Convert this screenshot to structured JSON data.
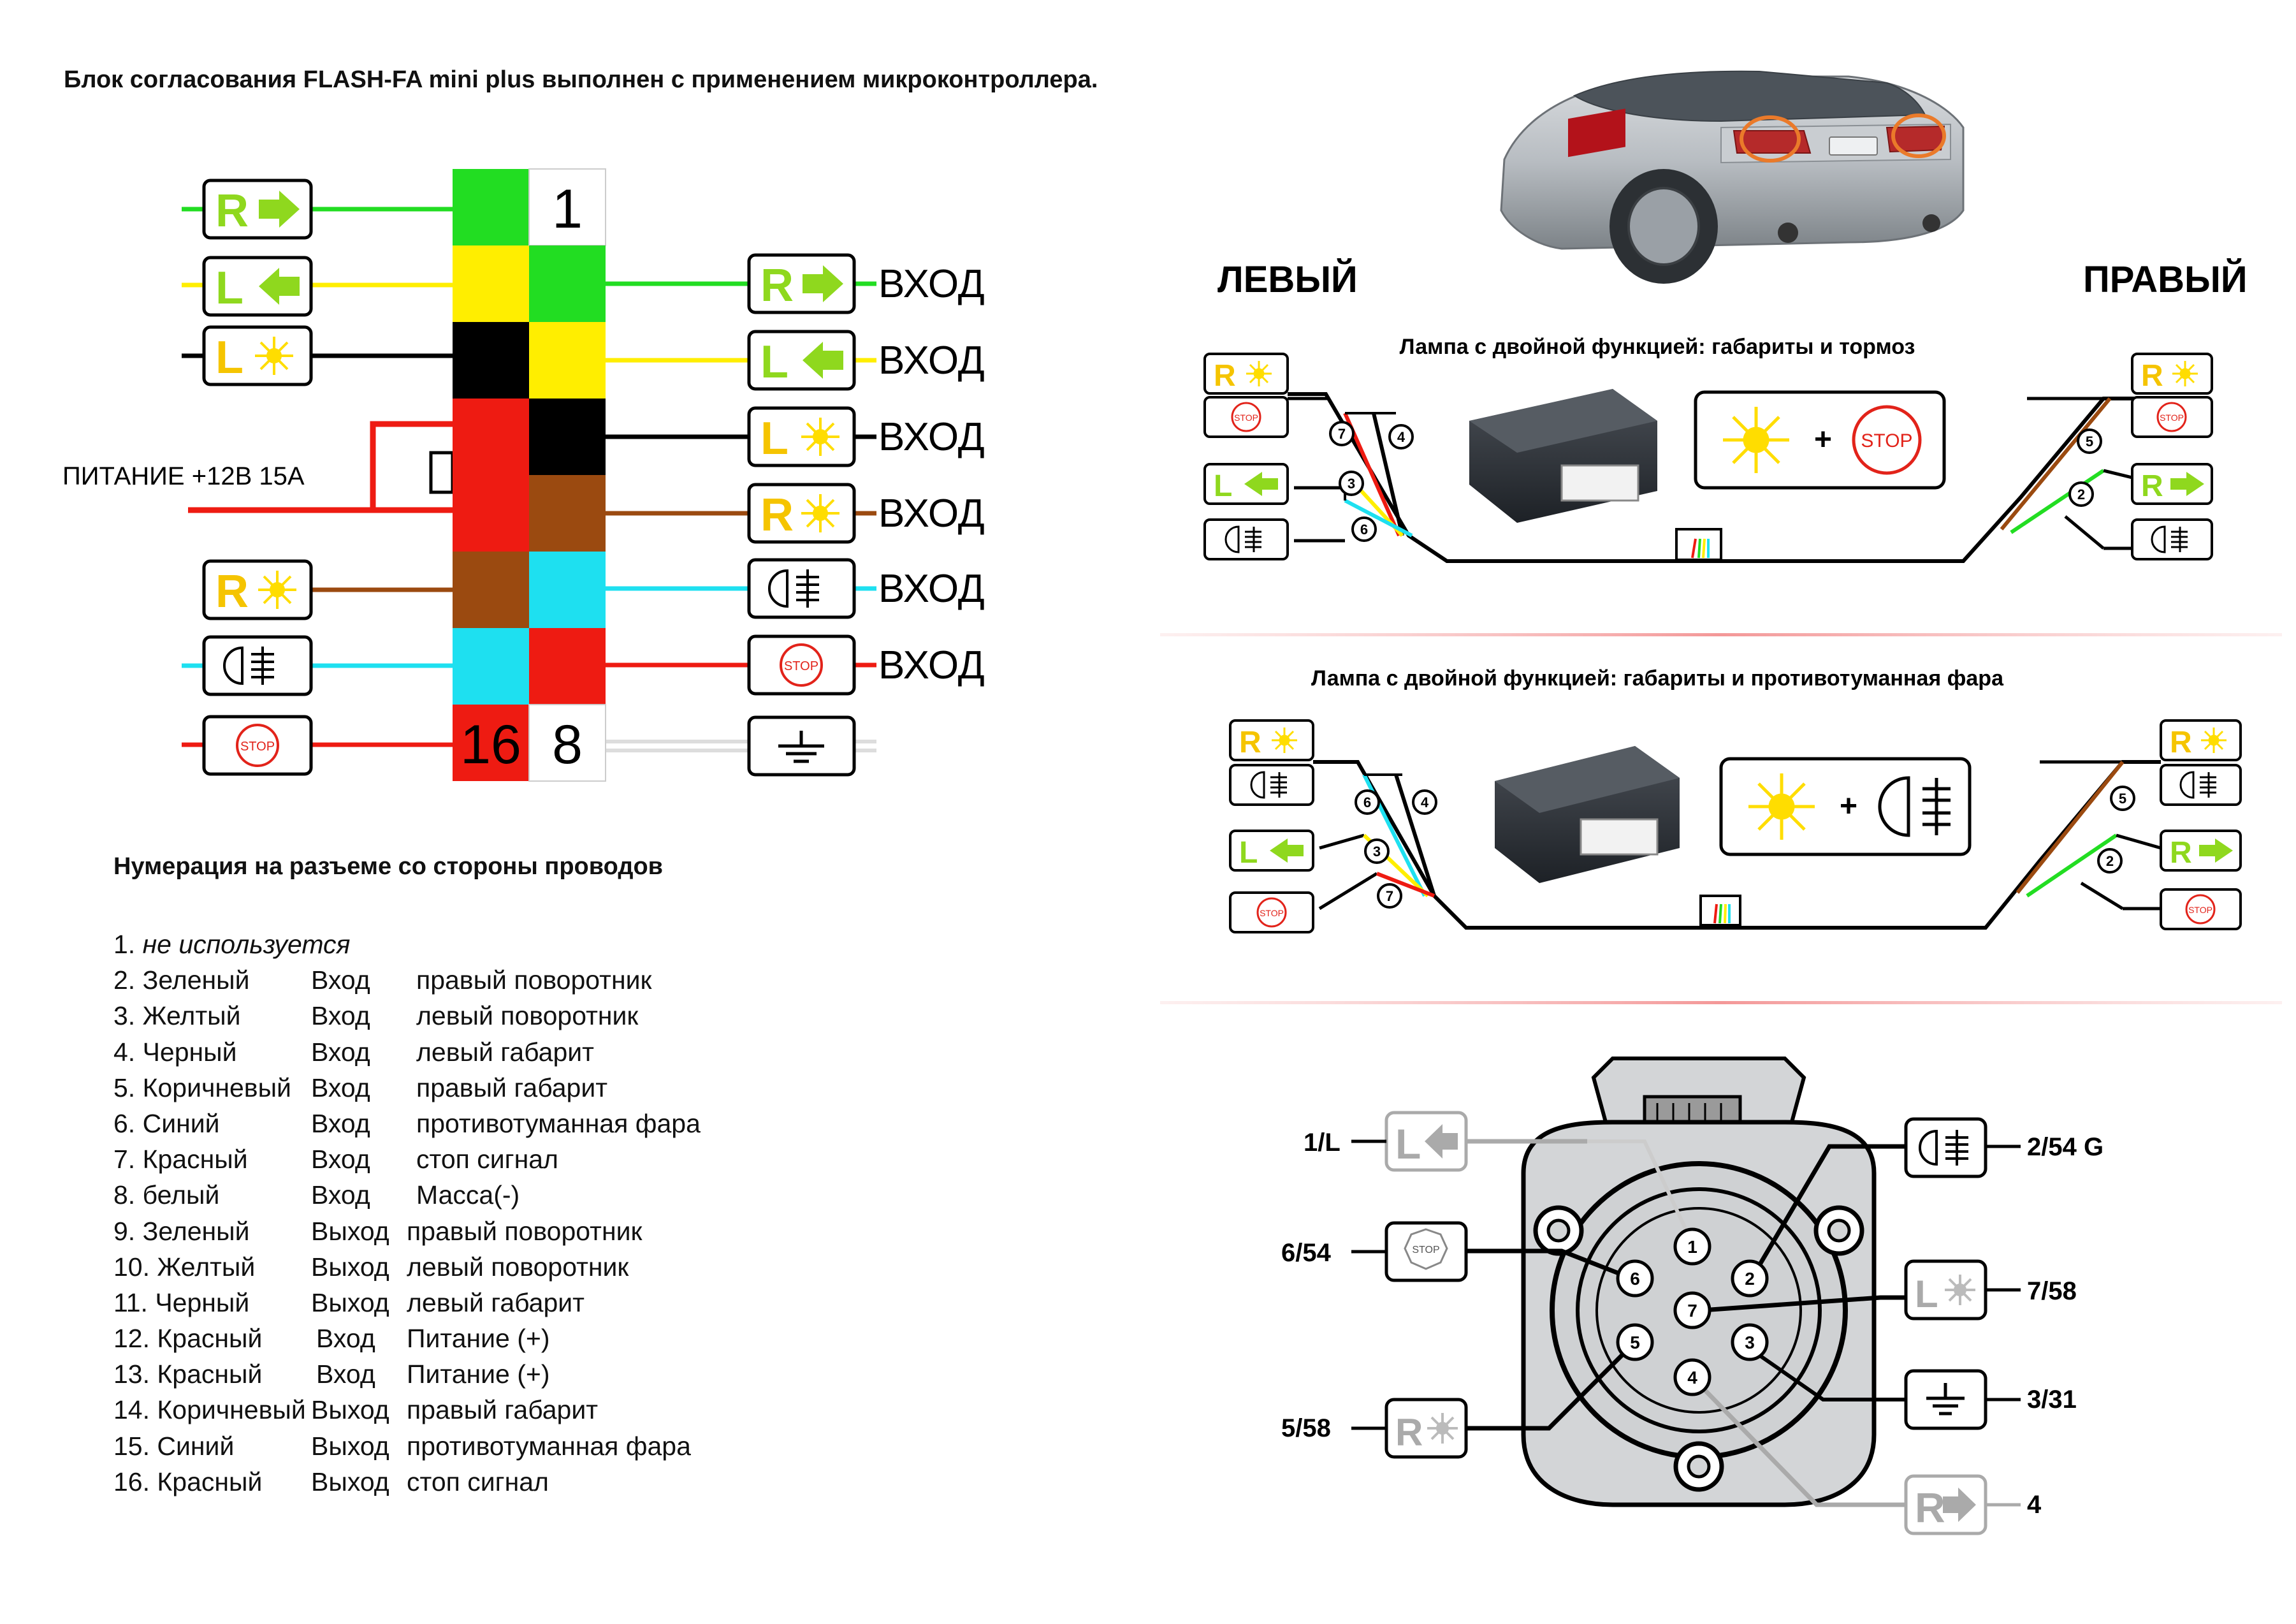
{
  "header": {
    "title": "Блок согласования FLASH-FA mini plus выполнен с применением микроконтроллера."
  },
  "connector_block": {
    "pin_first_label": "1",
    "pin_16_label": "16",
    "pin_8_label": "8",
    "power_label": "ПИТАНИЕ +12В 15А",
    "input_label": "ВХОД",
    "icon_letters": {
      "right": "R",
      "left": "L"
    },
    "stop_text": "STOP"
  },
  "numbering_title": "Нумерация на разъеме со стороны проводов",
  "pin_list": [
    {
      "num": "1.",
      "color": "не используется",
      "dir": "",
      "func": ""
    },
    {
      "num": "2.",
      "color": "Зеленый",
      "dir": "Вход",
      "func": "правый поворотник"
    },
    {
      "num": "3.",
      "color": "Желтый",
      "dir": "Вход",
      "func": "левый поворотник"
    },
    {
      "num": "4.",
      "color": "Черный",
      "dir": "Вход",
      "func": "левый габарит"
    },
    {
      "num": "5.",
      "color": "Коричневый",
      "dir": "Вход",
      "func": "правый габарит"
    },
    {
      "num": "6.",
      "color": "Синий",
      "dir": "Вход",
      "func": "противотуманная фара"
    },
    {
      "num": "7.",
      "color": "Красный",
      "dir": "Вход",
      "func": "стоп сигнал"
    },
    {
      "num": "8.",
      "color": "белый",
      "dir": "Вход",
      "func": "Масса(-)"
    },
    {
      "num": "9.",
      "color": "Зеленый",
      "dir": "Выход",
      "func": "правый поворотник"
    },
    {
      "num": "10.",
      "color": "Желтый",
      "dir": "Выход",
      "func": "левый поворотник"
    },
    {
      "num": "11.",
      "color": "Черный",
      "dir": "Выход",
      "func": "левый габарит"
    },
    {
      "num": "12.",
      "color": "Красный",
      "dir": "Вход",
      "func": "Питание (+)"
    },
    {
      "num": "13.",
      "color": "Красный",
      "dir": "Вход",
      "func": "Питание (+)"
    },
    {
      "num": "14.",
      "color": "Коричневый",
      "dir": "Выход",
      "func": "правый габарит"
    },
    {
      "num": "15.",
      "color": "Синий",
      "dir": "Выход",
      "func": "противотуманная фара"
    },
    {
      "num": "16.",
      "color": "Красный",
      "dir": "Выход",
      "func": "стоп сигнал"
    }
  ],
  "right_panel": {
    "left_side": "ЛЕВЫЙ",
    "right_side": "ПРАВЫЙ",
    "scheme1_title": "Лампа с двойной функцией: габариты и тормоз",
    "scheme2_title": "Лампа с двойной функцией: габариты и противотуманная фара",
    "plus": "+",
    "wire_numbers_1_left": [
      "7",
      "4",
      "3",
      "6"
    ],
    "wire_numbers_1_right": [
      "5",
      "2"
    ],
    "wire_numbers_2_left": [
      "6",
      "4",
      "3",
      "7"
    ],
    "wire_numbers_2_right": [
      "5",
      "2"
    ]
  },
  "socket": {
    "pins": [
      "1",
      "2",
      "3",
      "4",
      "5",
      "6",
      "7"
    ],
    "labels": {
      "p1": "1/L",
      "p2": "2/54 G",
      "p6": "6/54",
      "p7": "7/58",
      "p3": "3/31",
      "p5": "5/58",
      "p4": "4"
    }
  },
  "colors": {
    "green": "#22dd22",
    "yellow": "#ffee00",
    "black": "#000000",
    "red": "#ee1b12",
    "brown": "#9b4a10",
    "cyan": "#1ee0f0",
    "lime_icon": "#8fd81e",
    "stop_red": "#e2231a",
    "grey": "#aaaaaa"
  }
}
